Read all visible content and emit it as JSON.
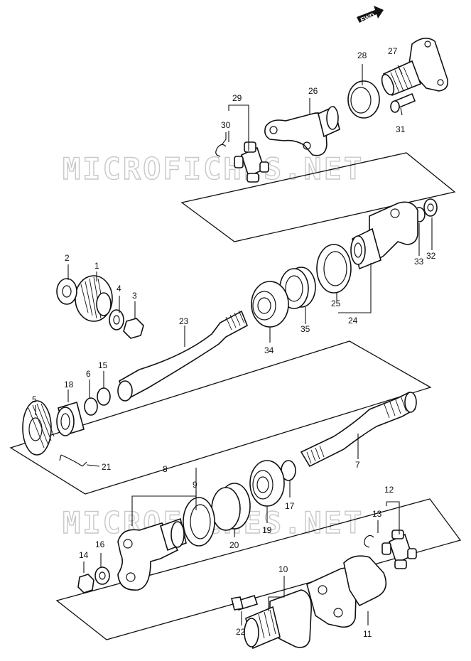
{
  "watermark": "MICROFICHES.NET",
  "direction_label": "FWD",
  "callouts": {
    "c1": "1",
    "c2": "2",
    "c3": "3",
    "c4": "4",
    "c5": "5",
    "c6": "6",
    "c7": "7",
    "c8": "8",
    "c9": "9",
    "c10": "10",
    "c11": "11",
    "c12": "12",
    "c13": "13",
    "c14": "14",
    "c15": "15",
    "c16": "16",
    "c17": "17",
    "c18": "18",
    "c19": "19",
    "c20": "20",
    "c21": "21",
    "c22": "22",
    "c23": "23",
    "c24": "24",
    "c25": "25",
    "c26": "26",
    "c27": "27",
    "c28": "28",
    "c29": "29",
    "c30": "30",
    "c31": "31",
    "c32": "32",
    "c33": "33",
    "c34": "34",
    "c35": "35"
  }
}
